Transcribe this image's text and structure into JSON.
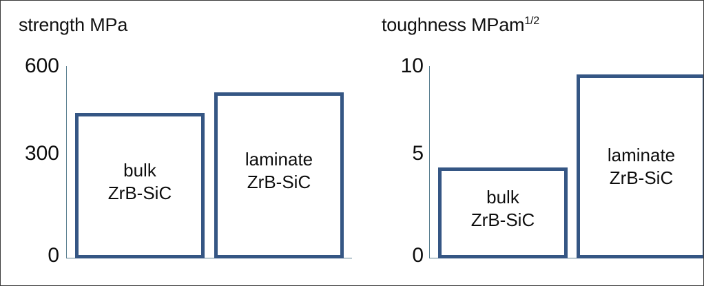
{
  "figure": {
    "background": "#ffffff",
    "border_color": "#3a3a3a",
    "bar_color": "#355684",
    "axis_color": "#5a7f90",
    "text_color": "#0d0d0d"
  },
  "charts": [
    {
      "id": "strength",
      "title_main": "strength MPa",
      "title_sup": "",
      "ticks": [
        "600",
        "300",
        "0"
      ],
      "bars": [
        {
          "label_line1": "bulk",
          "label_line2": "ZrB-SiC",
          "value": 450
        },
        {
          "label_line1": "laminate",
          "label_line2": "ZrB-SiC",
          "value": 515
        }
      ]
    },
    {
      "id": "toughness",
      "title_main": "toughness MPam",
      "title_sup": "1/2",
      "ticks": [
        "10",
        "5",
        "0"
      ],
      "bars": [
        {
          "label_line1": "bulk",
          "label_line2": "ZrB-SiC",
          "value": 4.7
        },
        {
          "label_line1": "laminate",
          "label_line2": "ZrB-SiC",
          "value": 9.5
        }
      ]
    }
  ],
  "chart_data": [
    {
      "type": "bar",
      "title": "strength MPa",
      "xlabel": "",
      "ylabel": "strength MPa",
      "categories": [
        "bulk ZrB-SiC",
        "laminate ZrB-SiC"
      ],
      "values": [
        450,
        515
      ],
      "ylim": [
        0,
        600
      ],
      "yticks": [
        0,
        300,
        600
      ],
      "grid": false,
      "legend": "none",
      "note": "Bars drawn as blue outlines with category names labelled inside each bar."
    },
    {
      "type": "bar",
      "title": "toughness MPam^1/2",
      "xlabel": "",
      "ylabel": "toughness MPam^1/2",
      "categories": [
        "bulk ZrB-SiC",
        "laminate ZrB-SiC"
      ],
      "values": [
        4.7,
        9.5
      ],
      "ylim": [
        0,
        10
      ],
      "yticks": [
        0,
        5,
        10
      ],
      "grid": false,
      "legend": "none",
      "note": "Bars drawn as blue outlines with category names labelled inside each bar."
    }
  ]
}
